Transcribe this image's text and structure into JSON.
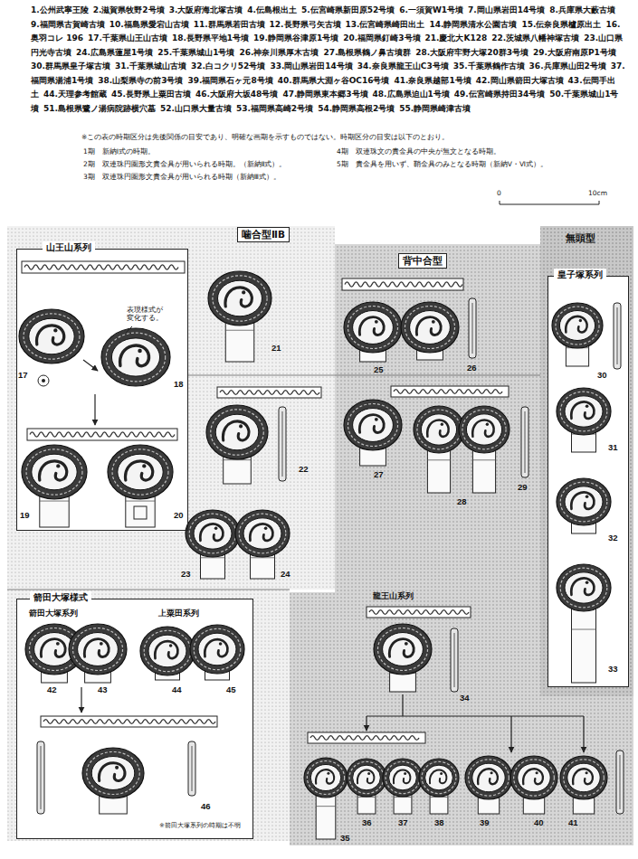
{
  "diagram": {
    "nodes": [
      {
        "text": [
          "噛合型ⅡB"
        ]
      },
      {
        "text": [
          "山王山系列"
        ],
        "in": 0
      },
      {
        "text": [
          "箭田大塚様式"
        ],
        "in": 0
      },
      {
        "text": [
          "背中合型"
        ]
      },
      {
        "text": [
          "無頭型"
        ]
      },
      {
        "text": [
          "皇子塚系列"
        ],
        "in": 4
      }
    ],
    "labels": [
      "1.公州武寧王陵",
      "2.滋賀県牧野2号墳",
      "3.大阪府海北塚古墳",
      "4.伝島根出土",
      "5.伝宮崎県新田原52号墳",
      "6.一須賀W1号墳",
      "7.岡山県岩田14号墳",
      "8.兵庫県大藪古墳",
      "9.福岡県古賀崎古墳",
      "10.福島県愛宕山古墳",
      "11.群馬県若田古墳",
      "12.長野県弓矢古墳",
      "13.伝宮崎県崎田出土",
      "14.静岡県清水公園古墳",
      "15.伝奈良県櫨原出土",
      "16.奥羽コレ 196",
      "17.千葉県山王山古墳",
      "18.長野県平地1号墳",
      "19.静岡県谷津原1号墳",
      "20.福岡県釘崎3号墳",
      "21.慶北大K128",
      "22.茨城県八幡神塚古墳",
      "23.山口県円光寺古墳",
      "24.広島県蓮屋1号墳",
      "25.千葉県城山1号墳",
      "26.神奈川県厚木古墳",
      "27.島根県鶴ノ鼻古墳群",
      "28.大阪府牢野大塚20群3号墳",
      "29.大阪府南原P1号墳",
      "30.群馬県皇子塚古墳",
      "31.千葉県城山古墳",
      "32.白コクリ52号墳",
      "33.岡山県岩田14号墳",
      "34.奈良県龍王山C3号墳",
      "35.千葉県鶴作古墳",
      "36.兵庫県山田2号墳",
      "37.福岡県湯浦1号墳",
      "38.山梨県寺の前3号墳",
      "39.福岡県石ヶ元8号墳",
      "40.群馬県大淵ヶ谷OC16号墳",
      "41.奈良県越部1号墳",
      "42.岡山県箭田大塚古墳",
      "43.伝岡手出土",
      "44.天理参考館蔵",
      "45.長野県上粟田古墳",
      "46.大阪府大坂48号墳",
      "47.静岡県東本郷3号墳",
      "48.広島県迫山1号墳",
      "49.伝宮崎県持田34号墳",
      "50.千葉県城山1号墳",
      "51.島根県鷺ノ湯病院跡横穴墓",
      "52.山口県大量古墳",
      "53.福岡県高崎2号墳",
      "54.静岡県高根2号墳",
      "55.静岡県崎津古墳",
      "※この表の時期区分は先後関係の目安であり、明確な画期を示すものではない。時期区分の目安は以下のとおり。",
      "1期　新納Ⅰ式の時期。",
      "4期　双連珠文の貴金具の中央が無文となる時期。",
      "2期　双連珠円圏形文貴金具が用いられる時期。（新納Ⅱ式）。",
      "5期　貴金具を用いず、鞘金具のみとなる時期（新納Ⅴ・Ⅵ式）。",
      "3期　双連珠円圏形文貴金具が用いられる時期（新納Ⅲ式）。",
      "0",
      "10cm",
      "表現様式が変化する。",
      "17",
      "18",
      "19",
      "20",
      "21",
      "22",
      "23",
      "24",
      "25",
      "26",
      "27",
      "28",
      "29",
      "30",
      "31",
      "32",
      "33",
      "34",
      "35",
      "36",
      "37",
      "38",
      "39",
      "40",
      "41",
      "42",
      "43",
      "44",
      "45",
      "46",
      "龍王山系列",
      "箭田大塚系列",
      "上粟田系列",
      "※箭田大塚系列の時期は不明"
    ]
  }
}
